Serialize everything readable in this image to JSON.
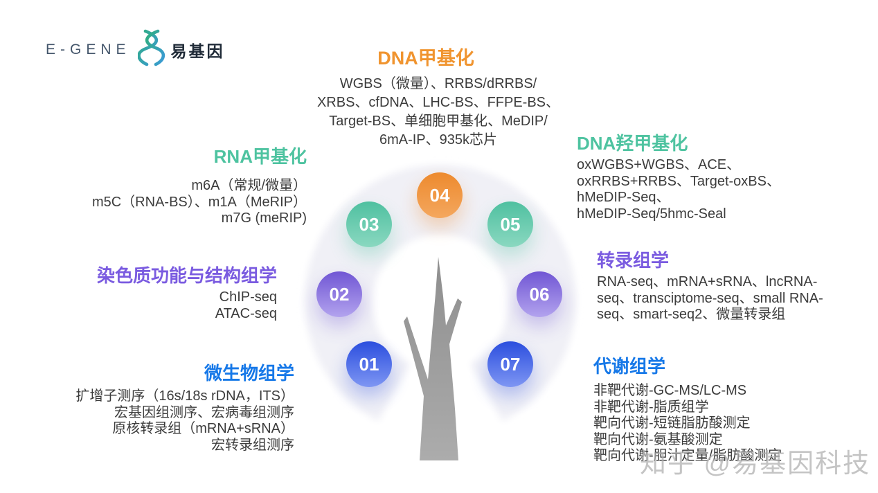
{
  "logo": {
    "brand_en": "E-GENE",
    "brand_cn": "易基因",
    "icon": "dna-helix-icon"
  },
  "watermark": "知乎 @易基因科技",
  "colors": {
    "orange": "#F0942F",
    "teal": "#4EC3A0",
    "purple": "#7A5BE0",
    "blue": "#1678E8",
    "body_text": "#3c3c3c",
    "ring": "#f0f0f6",
    "trunk": "#9a9a9a",
    "watermark": "#aeaeae"
  },
  "badges": [
    {
      "label": "01",
      "color": "blue"
    },
    {
      "label": "02",
      "color": "purple"
    },
    {
      "label": "03",
      "color": "teal"
    },
    {
      "label": "04",
      "color": "orange"
    },
    {
      "label": "05",
      "color": "teal"
    },
    {
      "label": "06",
      "color": "purple"
    },
    {
      "label": "07",
      "color": "blue"
    }
  ],
  "sections": [
    {
      "id": "dna-methylation",
      "badge": "04",
      "color": "orange",
      "title": "DNA甲基化",
      "lines": [
        "WGBS（微量）、RRBS/dRRBS/",
        "XRBS、cfDNA、LHC-BS、FFPE-BS、",
        "Target-BS、单细胞甲基化、MeDIP/",
        "6mA-IP、935k芯片"
      ]
    },
    {
      "id": "rna-methylation",
      "badge": "03",
      "color": "teal",
      "title": "RNA甲基化",
      "lines": [
        "m6A（常规/微量）",
        "m5C（RNA-BS）、m1A（MeRIP）",
        "m7G (meRIP)"
      ]
    },
    {
      "id": "chromatin-omics",
      "badge": "02",
      "color": "purple",
      "title": "染色质功能与结构组学",
      "lines": [
        "ChIP-seq",
        "ATAC-seq"
      ]
    },
    {
      "id": "microbiome-omics",
      "badge": "01",
      "color": "blue",
      "title": "微生物组学",
      "lines": [
        "扩增子测序（16s/18s rDNA，ITS）",
        "宏基因组测序、宏病毒组测序",
        "原核转录组（mRNA+sRNA）",
        "宏转录组测序"
      ]
    },
    {
      "id": "dna-hydroxymethylation",
      "badge": "05",
      "color": "teal",
      "title": "DNA羟甲基化",
      "lines": [
        "oxWGBS+WGBS、ACE、",
        "oxRRBS+RRBS、Target-oxBS、",
        "hMeDIP-Seq、",
        "hMeDIP-Seq/5hmc-Seal"
      ]
    },
    {
      "id": "transcriptomics",
      "badge": "06",
      "color": "purple",
      "title": "转录组学",
      "lines": [
        "RNA-seq、mRNA+sRNA、lncRNA-",
        "seq、transciptome-seq、small RNA-",
        "seq、smart-seq2、微量转录组"
      ]
    },
    {
      "id": "metabolomics",
      "badge": "07",
      "color": "blue",
      "title": "代谢组学",
      "lines": [
        "非靶代谢-GC-MS/LC-MS",
        "非靶代谢-脂质组学",
        "靶向代谢-短链脂肪酸测定",
        "靶向代谢-氨基酸测定",
        "靶向代谢-胆汁定量/脂肪酸测定"
      ]
    }
  ]
}
